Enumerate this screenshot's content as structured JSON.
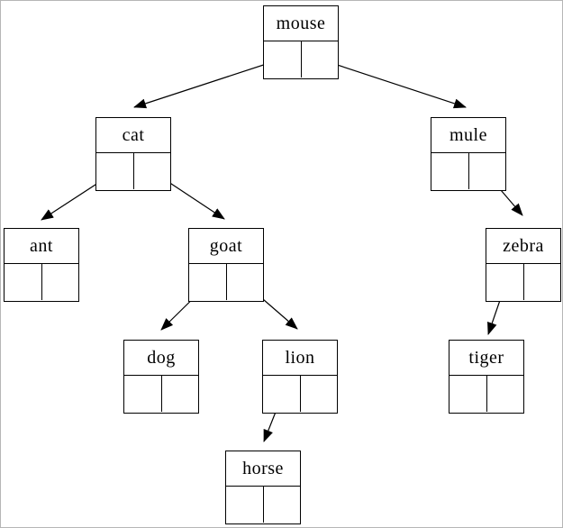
{
  "diagram": {
    "kind": "binary-tree",
    "description": "Binary tree of animal nodes drawn as record boxes with left and right pointer cells",
    "colors": {
      "line": "#000000",
      "text": "#000000",
      "background": "#ffffff",
      "page_border": "#b6b6b6"
    },
    "nodes": [
      {
        "id": "mouse",
        "label": "mouse"
      },
      {
        "id": "cat",
        "label": "cat"
      },
      {
        "id": "mule",
        "label": "mule"
      },
      {
        "id": "ant",
        "label": "ant"
      },
      {
        "id": "goat",
        "label": "goat"
      },
      {
        "id": "zebra",
        "label": "zebra"
      },
      {
        "id": "dog",
        "label": "dog"
      },
      {
        "id": "lion",
        "label": "lion"
      },
      {
        "id": "tiger",
        "label": "tiger"
      },
      {
        "id": "horse",
        "label": "horse"
      }
    ],
    "edges": [
      {
        "from": "mouse",
        "side": "left",
        "to": "cat"
      },
      {
        "from": "mouse",
        "side": "right",
        "to": "mule"
      },
      {
        "from": "cat",
        "side": "left",
        "to": "ant"
      },
      {
        "from": "cat",
        "side": "right",
        "to": "goat"
      },
      {
        "from": "goat",
        "side": "left",
        "to": "dog"
      },
      {
        "from": "goat",
        "side": "right",
        "to": "lion"
      },
      {
        "from": "lion",
        "side": "left",
        "to": "horse"
      },
      {
        "from": "mule",
        "side": "right",
        "to": "zebra"
      },
      {
        "from": "zebra",
        "side": "left",
        "to": "tiger"
      }
    ]
  }
}
